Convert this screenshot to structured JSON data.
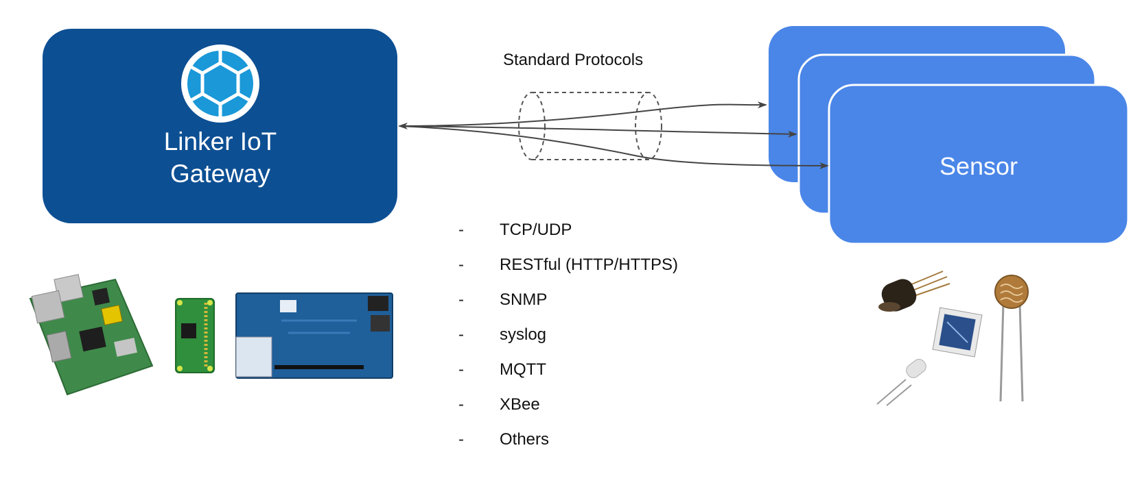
{
  "gateway": {
    "title_line1": "Linker IoT",
    "title_line2": "Gateway",
    "box_color": "#0d4f93",
    "logo_icon": "linker-globe-icon"
  },
  "sensor": {
    "label": "Sensor",
    "box_color": "#4a86e8"
  },
  "connection": {
    "label": "Standard Protocols"
  },
  "protocols": {
    "bullet": "-",
    "items": [
      "TCP/UDP",
      "RESTful (HTTP/HTTPS)",
      "SNMP",
      "syslog",
      "MQTT",
      "XBee",
      "Others"
    ]
  },
  "hardware_images": {
    "gateway_boards": [
      "raspberry-pi-board-icon",
      "raspberry-pi-zero-board-icon",
      "intel-edison-board-icon"
    ],
    "sensor_parts": [
      "phototransistor-icon",
      "solar-cell-icon",
      "led-icon",
      "photoresistor-icon"
    ]
  }
}
